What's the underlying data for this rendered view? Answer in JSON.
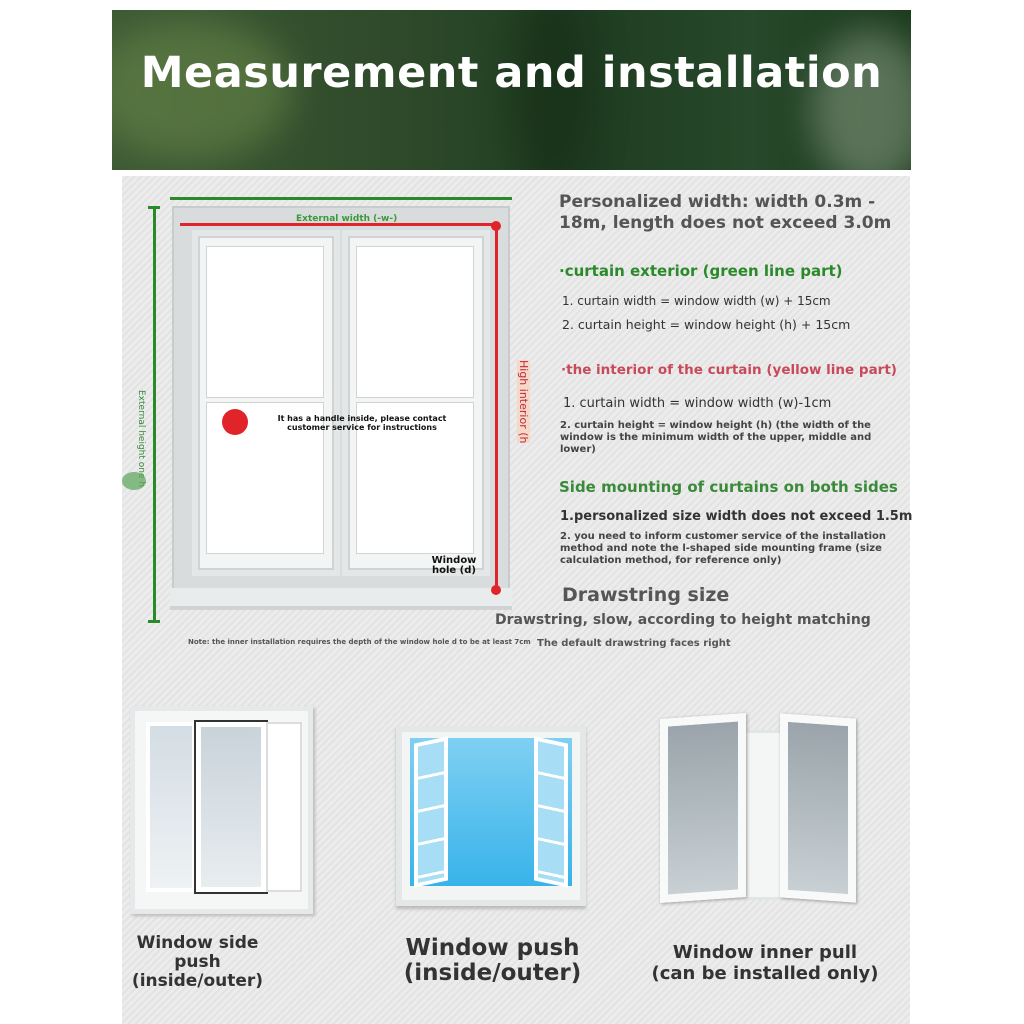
{
  "header": {
    "title": "Measurement and installation"
  },
  "diagram": {
    "external_width": "External width (-w-)",
    "external_height": "External height one h",
    "high_interior": "High interior (h",
    "handle_note": "It has a handle inside, please contact customer service for instructions",
    "window_hole": "Window hole (d)",
    "note": "Note: the inner installation requires the depth of the window hole d to be at least 7cm"
  },
  "specs": {
    "personalized": "Personalized width: width 0.3m - 18m, length does not exceed 3.0m",
    "exterior_title": "·curtain exterior (green line part)",
    "exterior_items": [
      "1. curtain width = window width (w) + 15cm",
      "2. curtain height = window height (h) + 15cm"
    ],
    "interior_title": "·the interior of the curtain (yellow line part)",
    "interior_items": [
      "1. curtain width = window width (w)-1cm",
      "2. curtain height = window height (h) (the width of the window is the minimum width of the upper, middle and lower)"
    ],
    "side_title": "Side mounting of curtains on both sides",
    "side_items": [
      "1.personalized size width does not exceed 1.5m",
      "2. you need to inform customer service of the installation method and note the l-shaped side mounting frame (size calculation method, for reference only)"
    ],
    "drawstring_title": "Drawstring size",
    "drawstring_sub": "Drawstring, slow, according to height matching",
    "drawstring_default": "The default drawstring faces right"
  },
  "types": [
    {
      "label": "Window side push (inside/outer)"
    },
    {
      "label": "Window push (inside/outer)"
    },
    {
      "label": "Window inner pull (can be installed only)"
    }
  ],
  "colors": {
    "green": "#2a8a2a",
    "red": "#e0242a",
    "header": "#2e4a2a"
  }
}
